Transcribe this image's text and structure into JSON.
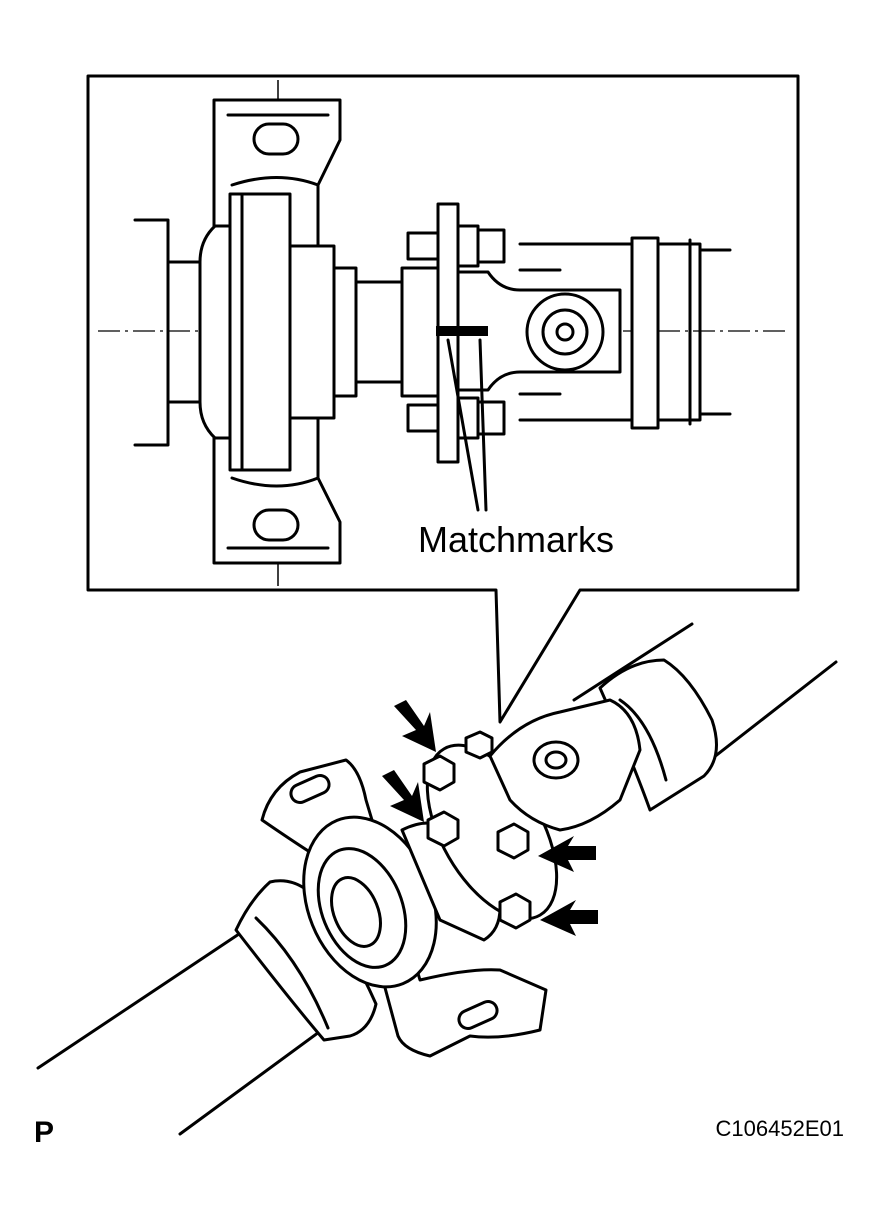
{
  "callout": {
    "matchmarks_label": "Matchmarks"
  },
  "corner_mark": "P",
  "figure_code": "C106452E01",
  "colors": {
    "ink": "#000000",
    "paper": "#ffffff"
  }
}
